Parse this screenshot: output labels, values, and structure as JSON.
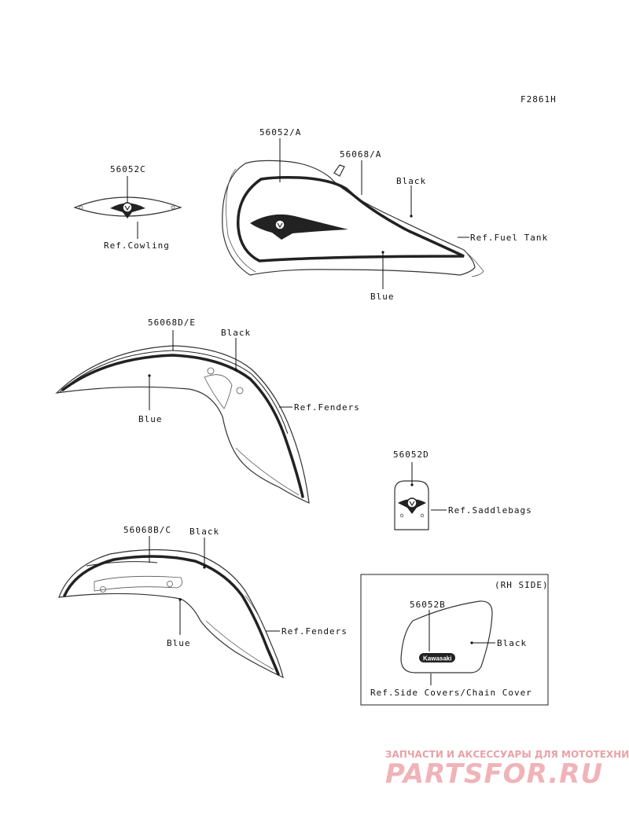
{
  "figure_code": "F2861H",
  "labels": {
    "cowling_part": "56052C",
    "cowling_ref": "Ref.Cowling",
    "tank_emblem_part": "56052/A",
    "tank_stripe_part": "56068/A",
    "tank_black": "Black",
    "tank_ref": "Ref.Fuel Tank",
    "tank_blue": "Blue",
    "front_fender_part": "56068D/E",
    "front_fender_black": "Black",
    "front_fender_ref": "Ref.Fenders",
    "front_fender_blue": "Blue",
    "saddlebag_part": "56052D",
    "saddlebag_ref": "Ref.Saddlebags",
    "rear_fender_part": "56068B/C",
    "rear_fender_black": "Black",
    "rear_fender_ref": "Ref.Fenders",
    "rear_fender_blue": "Blue",
    "rh_side": "(RH SIDE)",
    "side_cover_part": "56052B",
    "side_cover_black": "Black",
    "side_cover_ref": "Ref.Side Covers/Chain Cover",
    "badge_text": "Kawasaki"
  },
  "watermark": {
    "line1": "ЗАПЧАСТИ И АКСЕССУАРЫ ДЛЯ МОТОТЕХНИКИ",
    "logo": "PARTSFOR.RU",
    "color": "#f0b3b8"
  }
}
